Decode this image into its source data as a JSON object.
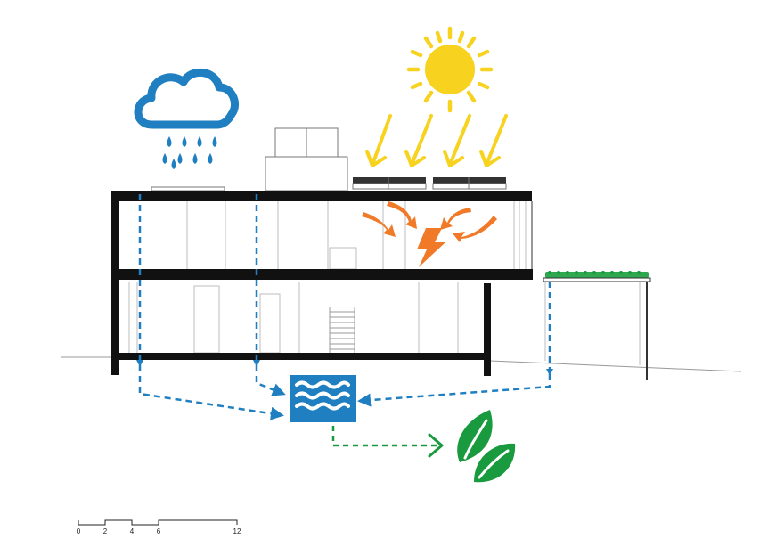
{
  "scale_bar": {
    "ticks": [
      "0",
      "2",
      "4",
      "6",
      "12"
    ]
  },
  "colors": {
    "water_blue": "#1f7fc1",
    "sun_yellow": "#f7d21e",
    "energy_orange": "#f07a28",
    "plant_green": "#1a9a3e",
    "structure_black": "#111111",
    "line_gray": "#bdbdbd"
  },
  "icons": {
    "rain": "rain-cloud-icon",
    "sun": "sun-icon",
    "energy": "lightning-bolt-icon",
    "cistern": "water-tank-icon",
    "plants": "leaves-icon"
  }
}
